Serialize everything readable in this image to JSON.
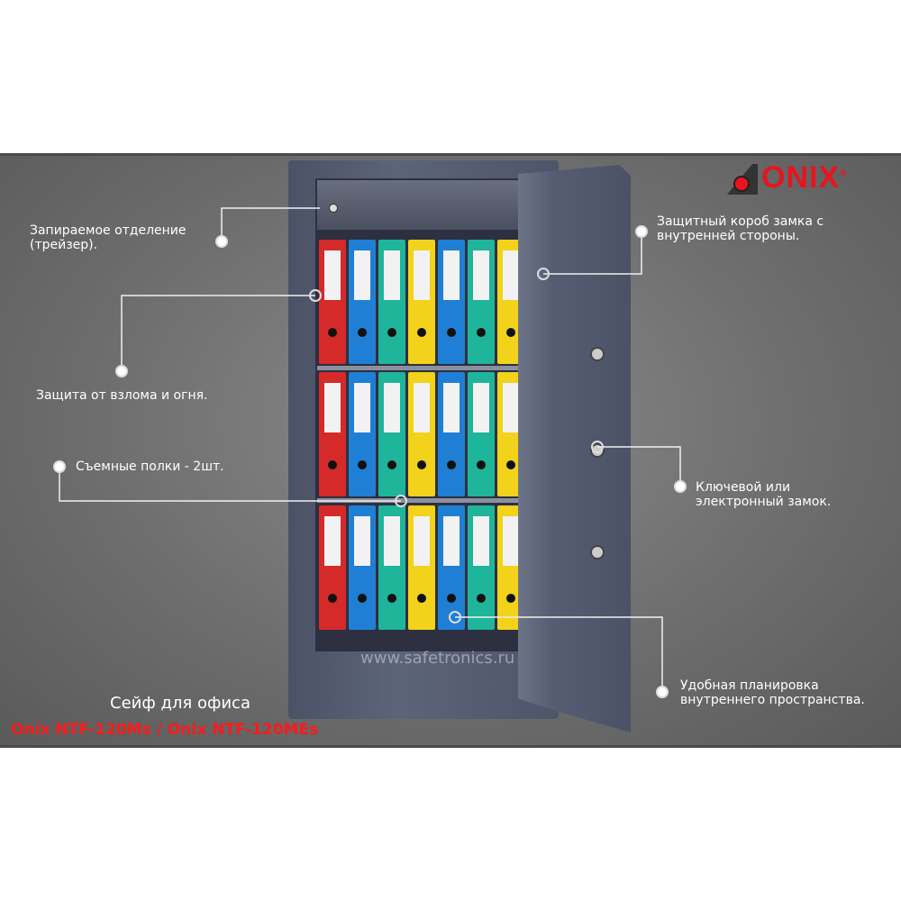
{
  "brand": {
    "name": "ONIX",
    "registered": "®"
  },
  "callouts": [
    {
      "id": "treyzer",
      "lines": [
        "Запираемое отделение",
        "(трейзер)."
      ]
    },
    {
      "id": "protection",
      "lines": [
        "Защита от взлома и огня."
      ]
    },
    {
      "id": "shelves",
      "lines": [
        "Съемные полки - 2шт."
      ]
    },
    {
      "id": "lockbox",
      "lines": [
        "Защитный короб  замка с",
        "внутренней стороны."
      ]
    },
    {
      "id": "lock",
      "lines": [
        "Ключевой или",
        "электронный замок."
      ]
    },
    {
      "id": "layout",
      "lines": [
        "Удобная планировка",
        "внутреннего пространства."
      ]
    }
  ],
  "watermark": "www.safetronics.ru",
  "product": {
    "title": "Сейф для офиса",
    "model": "Onix NTF-120Ms / Onix NTF-120MEs"
  },
  "colors": {
    "accent": "#e8141c",
    "binders": [
      "#d42a2a",
      "#1f7fd4",
      "#1fb59a",
      "#f2d21a",
      "#1f7fd4",
      "#1fb59a",
      "#f2d21a"
    ]
  }
}
